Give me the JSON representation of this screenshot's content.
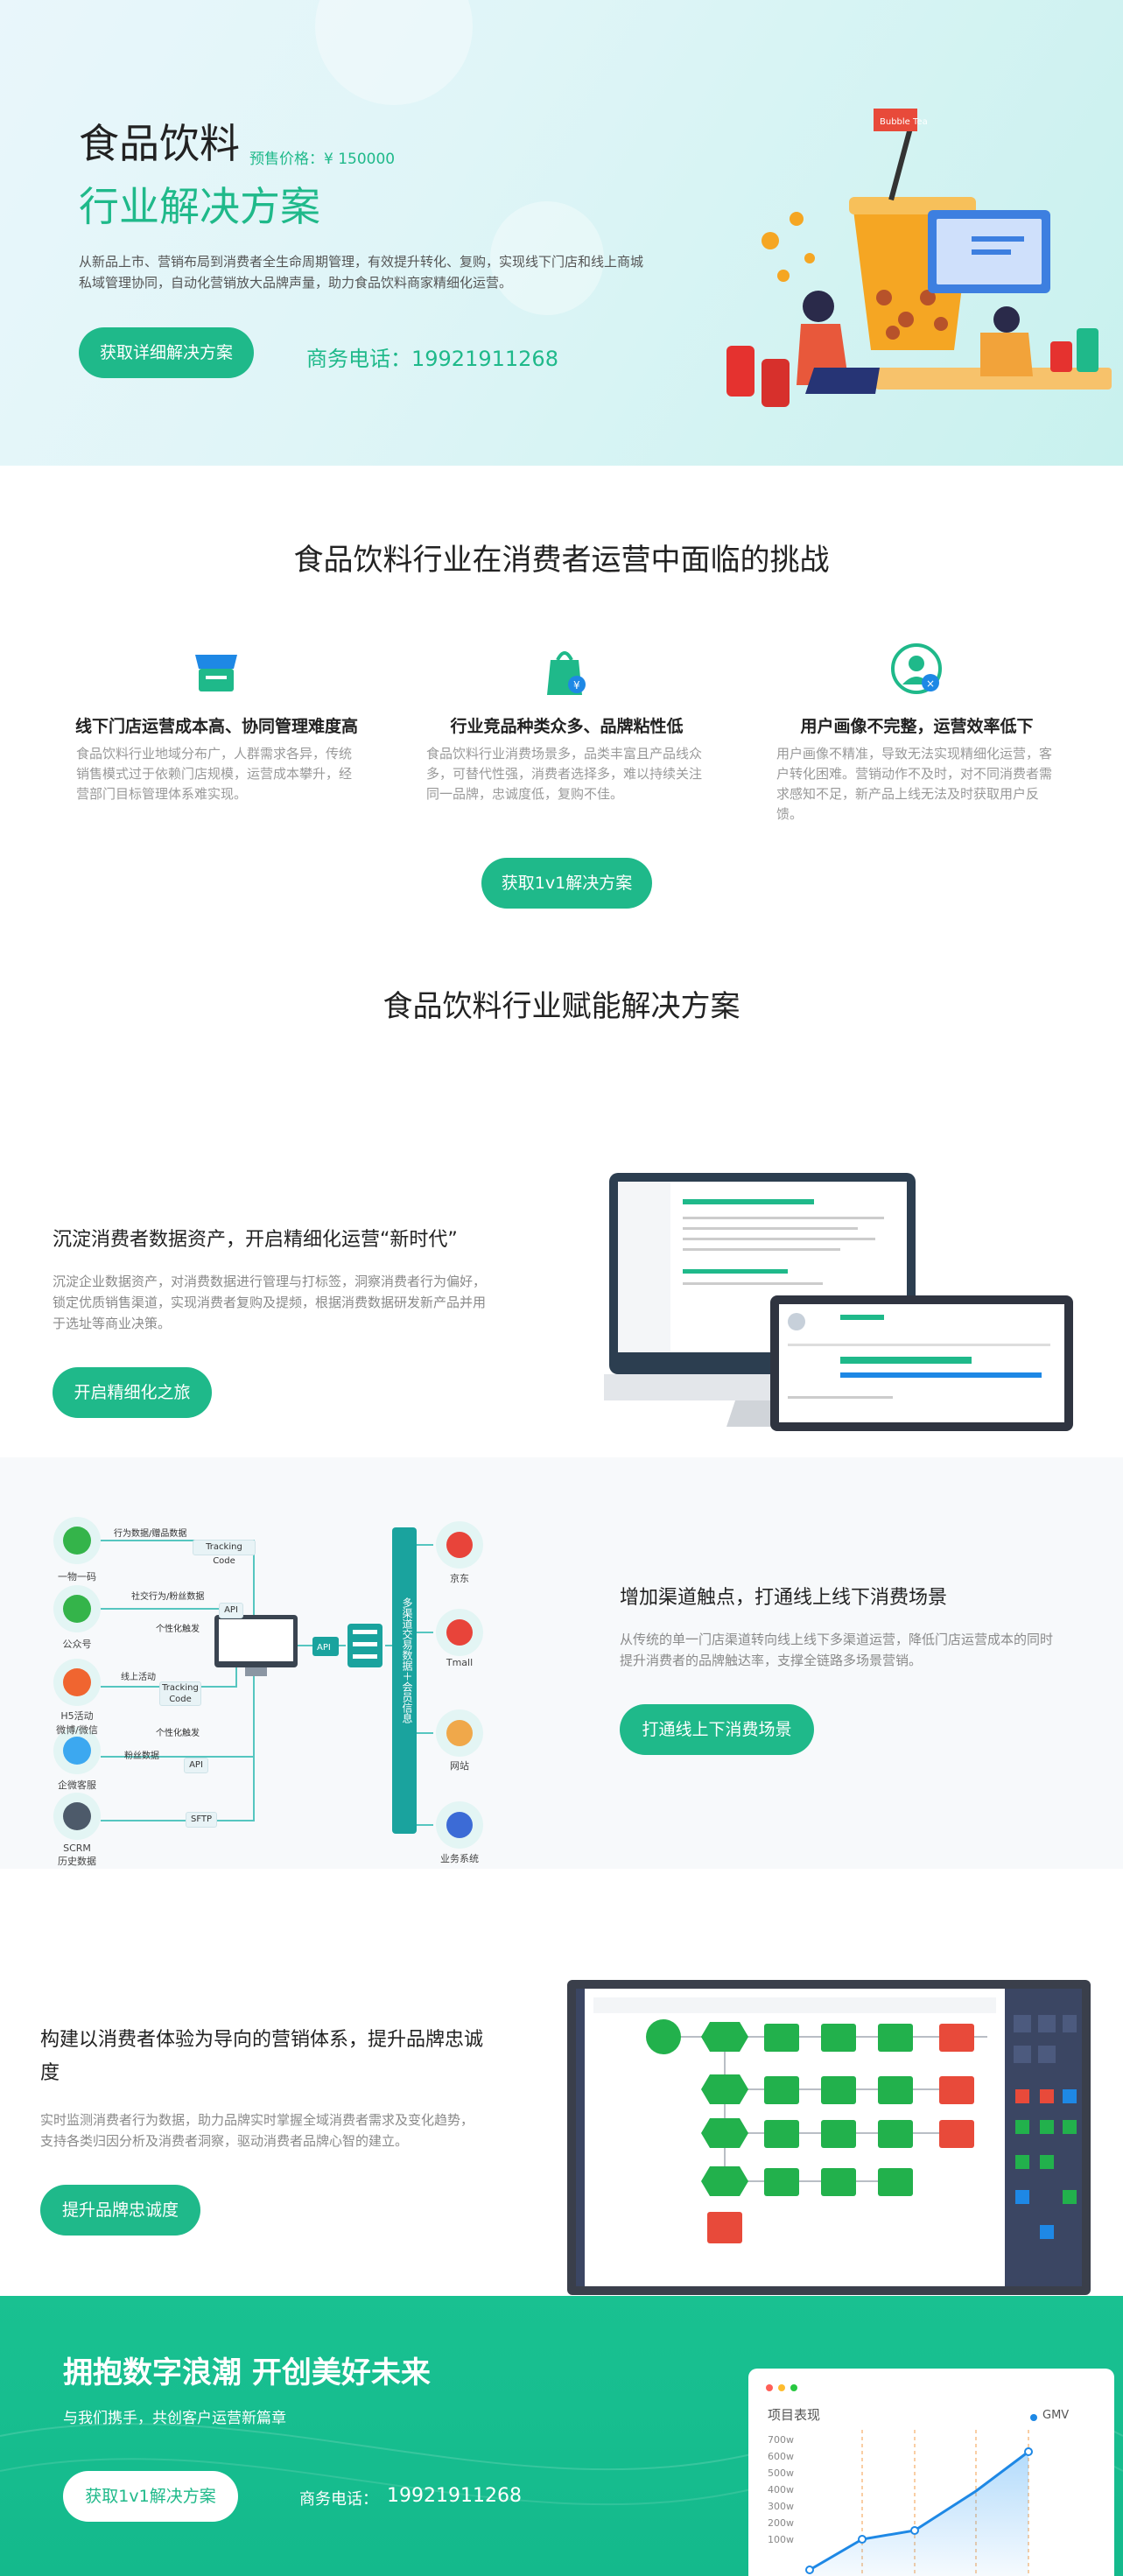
{
  "hero": {
    "title": "食品饮料",
    "presale": "预售价格：¥ 150000",
    "subtitle": "行业解决方案",
    "desc1": "从新品上市、营销布局到消费者全生命周期管理，有效提升转化、复购，实现线下门店和线上商城",
    "desc2": "私域管理协同，自动化营销放大品牌声量，助力食品饮料商家精细化运营。",
    "cta": "获取详细解决方案",
    "phone": "商务电话：19921911268",
    "flag_text": "Bubble Tea"
  },
  "challenges": {
    "heading": "食品饮料行业在消费者运营中面临的挑战",
    "items": [
      {
        "icon": "store-icon",
        "title": "线下门店运营成本高、协同管理难度高",
        "desc": "食品饮料行业地域分布广，人群需求各异，传统销售模式过于依赖门店规模，运营成本攀升，经营部门目标管理体系难实现。"
      },
      {
        "icon": "shopping-bag-icon",
        "title": "行业竞品种类众多、品牌粘性低",
        "desc": "食品饮料行业消费场景多，品类丰富且产品线众多，可替代性强，消费者选择多，难以持续关注同一品牌，忠诚度低，复购不佳。"
      },
      {
        "icon": "user-profile-icon",
        "title": "用户画像不完整，运营效率低下",
        "desc": "用户画像不精准，导致无法实现精细化运营，客户转化困难。营销动作不及时，对不同消费者需求感知不足，新产品上线无法及时获取用户反馈。"
      }
    ],
    "cta": "获取1v1解决方案"
  },
  "solutions": {
    "heading": "食品饮料行业赋能解决方案",
    "s1": {
      "title": "沉淀消费者数据资产，开启精细化运营“新时代”",
      "desc": "沉淀企业数据资产，对消费数据进行管理与打标签，洞察消费者行为偏好，锁定优质销售渠道，实现消费者复购及提频，根据消费数据研发新产品并用于选址等商业决策。",
      "cta": "开启精细化之旅"
    },
    "s2": {
      "title": "增加渠道触点，打通线上线下消费场景",
      "desc": "从传统的单一门店渠道转向线上线下多渠道运营，降低门店运营成本的同时提升消费者的品牌触达率，支撑全链路多场景营销。",
      "cta": "打通线上下消费场景"
    },
    "s3": {
      "title": "构建以消费者体验为导向的营销体系，提升品牌忠诚度",
      "desc": "实时监测消费者行为数据，助力品牌实时掌握全域消费者需求及变化趋势，支持各类归因分析及消费者洞察，驱动消费者品牌心智的建立。",
      "cta": "提升品牌忠诚度"
    }
  },
  "diagram": {
    "left_nodes": [
      "一物一码",
      "公众号",
      "H5活动\n微博/微信",
      "企微客服",
      "SCRM\n历史数据"
    ],
    "right_nodes": [
      "京东",
      "Tmall",
      "网站",
      "业务系统"
    ],
    "tags": [
      "行为数据/赠品数据",
      "Tracking Code",
      "社交行为/粉丝数据",
      "API",
      "个性化触发",
      "线上活动",
      "Tracking\nCode",
      "个性化触发",
      "粉丝数据",
      "API",
      "SFTP",
      "API"
    ],
    "vertical_label": "多渠道交易数据＋会员信息"
  },
  "footer": {
    "title": "拥抱数字浪潮 开创美好未来",
    "subtitle": "与我们携手，共创客户运营新篇章",
    "cta": "获取1v1解决方案",
    "phone_label": "商务电话：",
    "phone": "19921911268",
    "card_title": "项目表现",
    "legend": "GMV",
    "y_ticks": [
      "700w",
      "600w",
      "500w",
      "400w",
      "300w",
      "200w",
      "100w"
    ]
  },
  "colors": {
    "accent": "#1fb98a",
    "blue": "#1e88e5"
  }
}
